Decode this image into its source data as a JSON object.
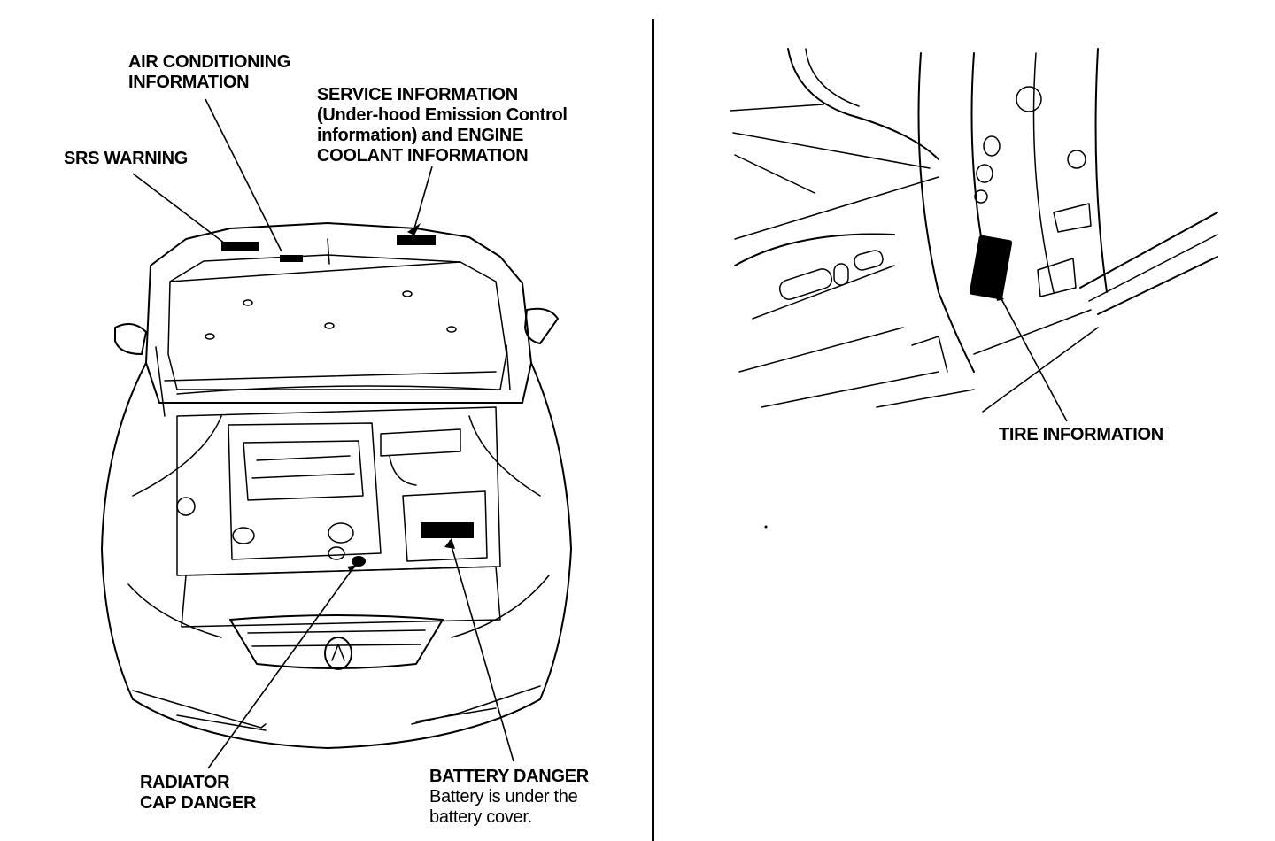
{
  "labels": {
    "air_conditioning": [
      "AIR CONDITIONING",
      "INFORMATION"
    ],
    "srs_warning": [
      "SRS WARNING"
    ],
    "service_information": [
      "SERVICE INFORMATION",
      "(Under-hood Emission Control",
      "information) and ENGINE",
      "COOLANT INFORMATION"
    ],
    "radiator_cap": [
      "RADIATOR",
      "CAP DANGER"
    ],
    "battery_danger": {
      "title": "BATTERY DANGER",
      "note": [
        "Battery is under the",
        "battery cover."
      ]
    },
    "tire_information": [
      "TIRE INFORMATION"
    ]
  }
}
